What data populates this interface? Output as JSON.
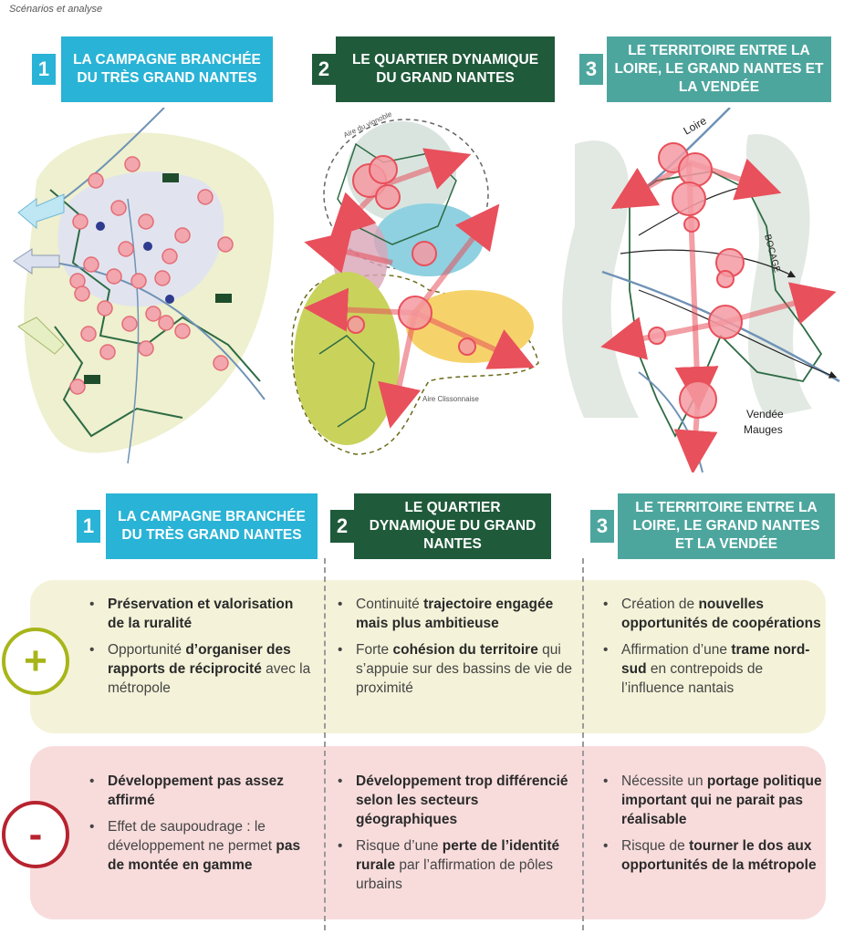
{
  "page_label": "Scénarios et analyse",
  "scenarios": [
    {
      "num": "1",
      "title": "LA CAMPAGNE BRANCHÉE DU TRÈS GRAND NANTES"
    },
    {
      "num": "2",
      "title": "LE QUARTIER DYNAMIQUE DU GRAND NANTES"
    },
    {
      "num": "3",
      "title": "LE TERRITOIRE ENTRE LA LOIRE, LE GRAND NANTES ET LA VENDÉE"
    }
  ],
  "map_labels": {
    "aire_vignoble": "Aire du vignoble",
    "aire_clissonnaise": "Aire Clissonnaise",
    "loire": "Loire",
    "bocage": "BOCAGE",
    "vendee_mauges": "Vendée Mauges"
  },
  "signs": {
    "plus": "+",
    "minus": "-"
  },
  "colors": {
    "blue": "#29b3d6",
    "dark_green": "#1f5a3a",
    "teal": "#4da69e",
    "plus_band": "#f4f3d9",
    "minus_band": "#f8dcdc",
    "plus_sign": "#a8b51a",
    "minus_sign": "#b7232f"
  }
}
